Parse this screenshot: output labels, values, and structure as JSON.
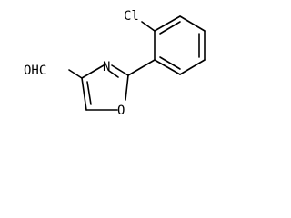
{
  "molecule": {
    "labels": {
      "chlorine": "Cl",
      "nitrogen": "N",
      "oxygen": "O",
      "aldehyde": "OHC"
    }
  }
}
